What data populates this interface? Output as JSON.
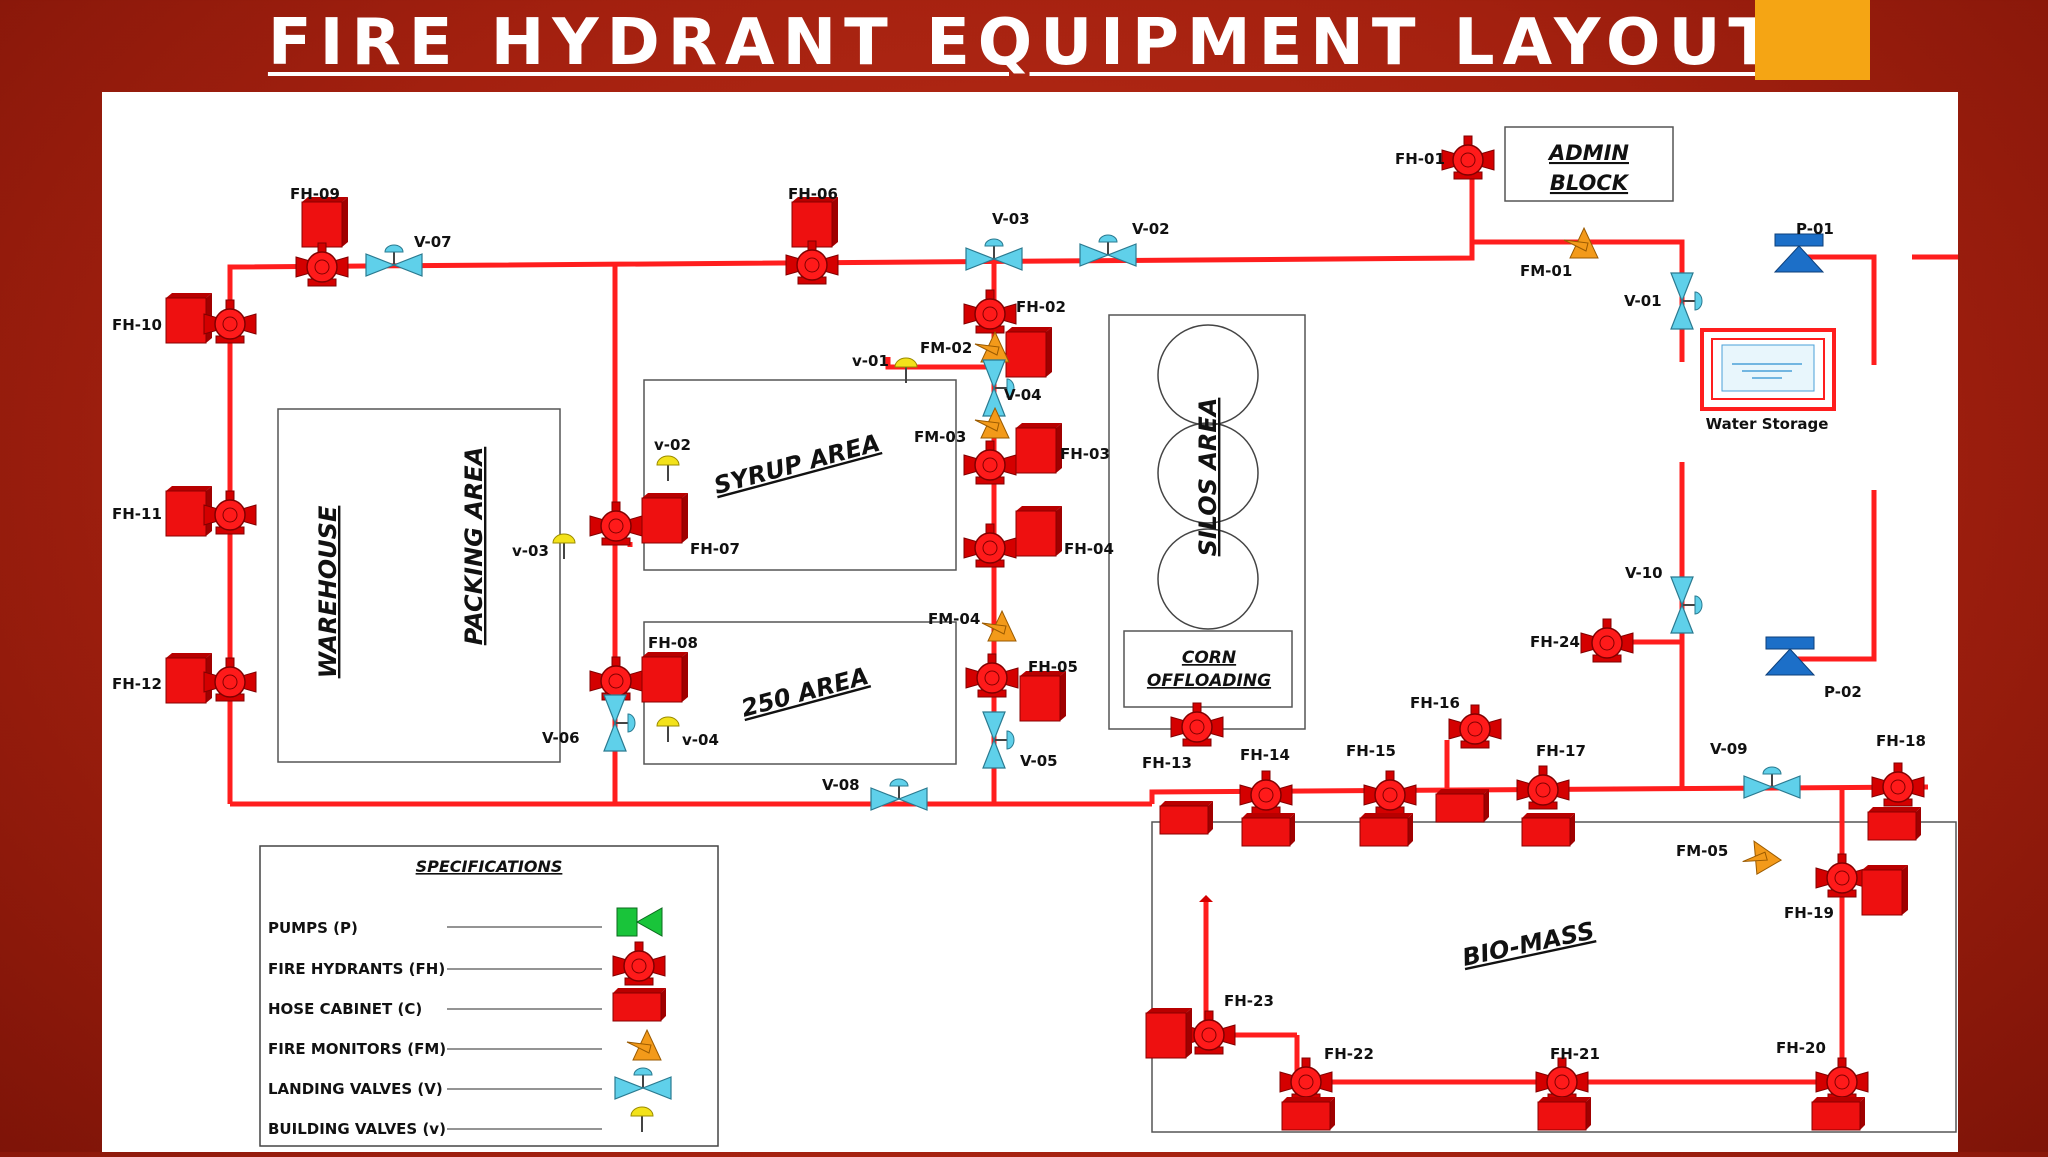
{
  "title": "FIRE  HYDRANT  EQUIPMENT LAYOUT",
  "colors": {
    "pipe": "#ff1e1e",
    "hydrant": "#ff1414",
    "cabinet": "#e31010",
    "valve": "#5fd0ea",
    "monitor": "#f39a1a",
    "pump": "#1c6fc8",
    "building_valve": "#f3e21a",
    "legend_pump": "#19c43a"
  },
  "areas": {
    "warehouse": "WAREHOUSE",
    "packing": "PACKING AREA",
    "syrup": "SYRUP AREA",
    "area250": "250 AREA",
    "silos": "SILOS AREA",
    "corn": [
      "CORN",
      "OFFLOADING"
    ],
    "admin": [
      "ADMIN",
      "BLOCK"
    ],
    "water": "Water Storage",
    "biomass": "BIO-MASS"
  },
  "labels": {
    "fh01": "FH-01",
    "fh02": "FH-02",
    "fh03": "FH-03",
    "fh04": "FH-04",
    "fh05": "FH-05",
    "fh06": "FH-06",
    "fh07": "FH-07",
    "fh08": "FH-08",
    "fh09": "FH-09",
    "fh10": "FH-10",
    "fh11": "FH-11",
    "fh12": "FH-12",
    "fh13": "FH-13",
    "fh14": "FH-14",
    "fh15": "FH-15",
    "fh16": "FH-16",
    "fh17": "FH-17",
    "fh18": "FH-18",
    "fh19": "FH-19",
    "fh20": "FH-20",
    "fh21": "FH-21",
    "fh22": "FH-22",
    "fh23": "FH-23",
    "fh24": "FH-24",
    "fm01": "FM-01",
    "fm02": "FM-02",
    "fm03": "FM-03",
    "fm04": "FM-04",
    "fm05": "FM-05",
    "v01": "V-01",
    "v02": "V-02",
    "v03": "V-03",
    "v04": "V-04",
    "v05": "V-05",
    "v06": "V-06",
    "v07": "V-07",
    "v08": "V-08",
    "v09": "V-09",
    "v10": "V-10",
    "bv01": "v-01",
    "bv02": "v-02",
    "bv03": "v-03",
    "bv04": "v-04",
    "p01": "P-01",
    "p02": "P-02"
  },
  "specs": {
    "title": "SPECIFICATIONS",
    "items": [
      "PUMPS (P)",
      "FIRE HYDRANTS (FH)",
      "HOSE CABINET (C)",
      "FIRE MONITORS (FM)",
      "LANDING VALVES (V)",
      "BUILDING VALVES (v)"
    ]
  }
}
